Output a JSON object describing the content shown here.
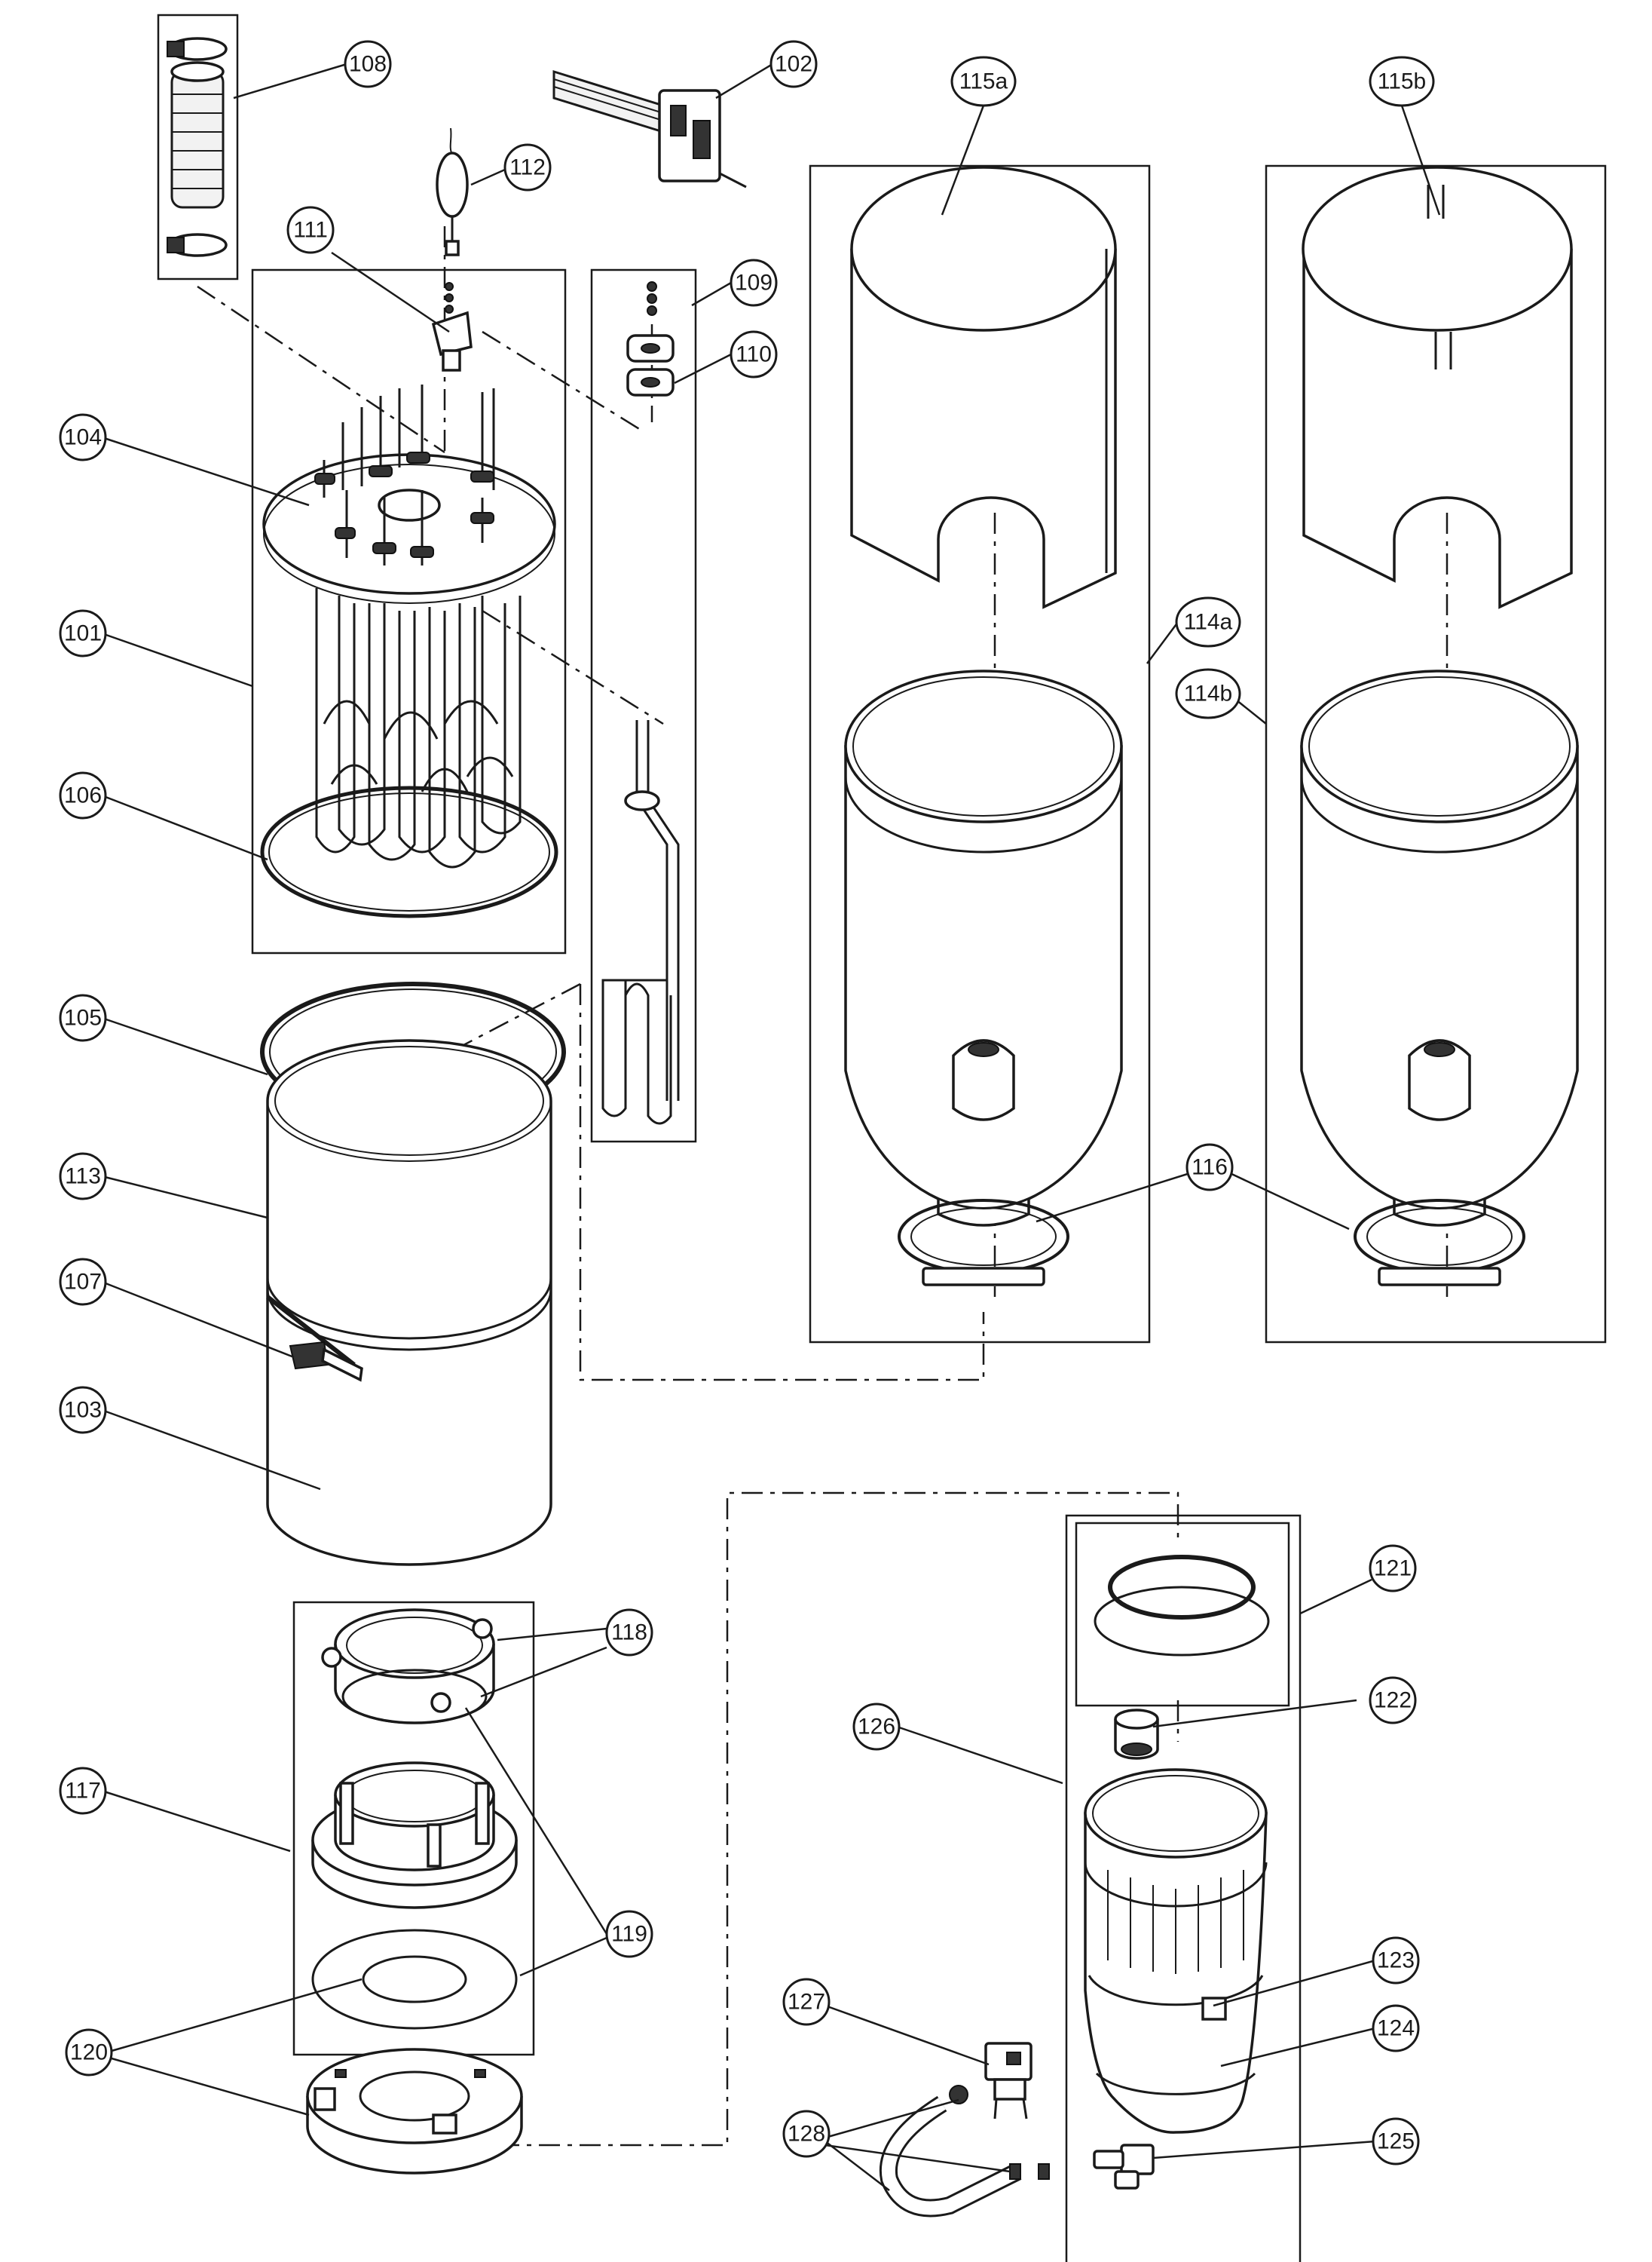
{
  "diagram": {
    "callouts": [
      {
        "id": "c108",
        "label": "108"
      },
      {
        "id": "c102",
        "label": "102"
      },
      {
        "id": "c115a",
        "label": "115a"
      },
      {
        "id": "c115b",
        "label": "115b"
      },
      {
        "id": "c112",
        "label": "112"
      },
      {
        "id": "c111",
        "label": "111"
      },
      {
        "id": "c109",
        "label": "109"
      },
      {
        "id": "c110",
        "label": "110"
      },
      {
        "id": "c104",
        "label": "104"
      },
      {
        "id": "c114a",
        "label": "114a"
      },
      {
        "id": "c114b",
        "label": "114b"
      },
      {
        "id": "c101",
        "label": "101"
      },
      {
        "id": "c106",
        "label": "106"
      },
      {
        "id": "c105",
        "label": "105"
      },
      {
        "id": "c113",
        "label": "113"
      },
      {
        "id": "c116",
        "label": "116"
      },
      {
        "id": "c107",
        "label": "107"
      },
      {
        "id": "c103",
        "label": "103"
      },
      {
        "id": "c121",
        "label": "121"
      },
      {
        "id": "c118",
        "label": "118"
      },
      {
        "id": "c122",
        "label": "122"
      },
      {
        "id": "c126",
        "label": "126"
      },
      {
        "id": "c117",
        "label": "117"
      },
      {
        "id": "c119",
        "label": "119"
      },
      {
        "id": "c123",
        "label": "123"
      },
      {
        "id": "c127",
        "label": "127"
      },
      {
        "id": "c120",
        "label": "120"
      },
      {
        "id": "c124",
        "label": "124"
      },
      {
        "id": "c128",
        "label": "128"
      },
      {
        "id": "c125",
        "label": "125"
      }
    ]
  }
}
